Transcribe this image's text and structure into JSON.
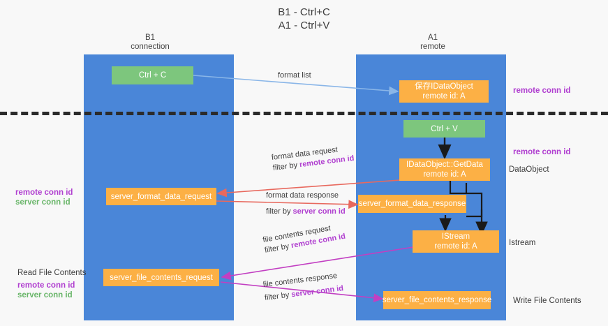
{
  "title": {
    "line1": "B1 - Ctrl+C",
    "line2": "A1 - Ctrl+V"
  },
  "columns": [
    {
      "name": "B1",
      "role": "connection"
    },
    {
      "name": "A1",
      "role": "remote"
    }
  ],
  "nodes": {
    "ctrl_c": {
      "label": "Ctrl + C",
      "color": "#7dc67d"
    },
    "save_data_object": {
      "line1": "保存IDataObject",
      "line2": "remote id: A",
      "color": "#fcb045"
    },
    "ctrl_v": {
      "label": "Ctrl + V",
      "color": "#7dc67d"
    },
    "get_data": {
      "line1": "IDataObject::GetData",
      "line2": "remote id: A",
      "color": "#fcb045"
    },
    "server_format_data_request": {
      "label": "server_format_data_request",
      "color": "#fcb045"
    },
    "server_format_data_response": {
      "label": "server_format_data_response",
      "color": "#fcb045"
    },
    "istream": {
      "line1": "IStream",
      "line2": "remote id: A",
      "color": "#fcb045"
    },
    "server_file_contents_request": {
      "label": "server_file_contents_request",
      "color": "#fcb045"
    },
    "server_file_contents_response": {
      "label": "server_file_contents_response",
      "color": "#fcb045"
    }
  },
  "edges": {
    "format_list": {
      "label": "format list",
      "color": "#8ab6e8"
    },
    "format_data_request": {
      "line1": "format data request",
      "line2_prefix": "filter by ",
      "line2_highlight": "remote conn id",
      "color": "#e8695e"
    },
    "format_data_response": {
      "line1": "format data response",
      "line2_prefix": "filter by ",
      "line2_highlight": "server conn id",
      "color": "#e8695e"
    },
    "file_contents_request": {
      "line1": "file contents request",
      "line2_prefix": "filter by ",
      "line2_highlight": "remote conn id",
      "color": "#c23fc2"
    },
    "file_contents_response": {
      "line1": "file contents response",
      "line2_prefix": "filter by ",
      "line2_highlight": "server conn id",
      "color": "#c23fc2"
    }
  },
  "annotations": {
    "right_remote_conn_id_top": "remote conn id",
    "right_remote_conn_id_mid": "remote conn id",
    "right_data_object": "DataObject",
    "right_istream": "Istream",
    "right_write_file_contents": "Write File Contents",
    "left_remote_conn_id_mid": "remote conn id",
    "left_server_conn_id_mid": "server conn id",
    "left_read_file_contents": "Read File Contents",
    "left_remote_conn_id_bottom": "remote conn id",
    "left_server_conn_id_bottom": "server conn id"
  },
  "colors": {
    "lane": "#4a86d8",
    "green_node": "#7dc67d",
    "orange_node": "#fcb045",
    "purple_text": "#b03fd0",
    "green_text": "#68b568",
    "red_arrow": "#e8695e",
    "magenta_arrow": "#c23fc2",
    "blue_arrow": "#8ab6e8",
    "black_arrow": "#1a1a1a",
    "divider": "#2b2b2b"
  }
}
